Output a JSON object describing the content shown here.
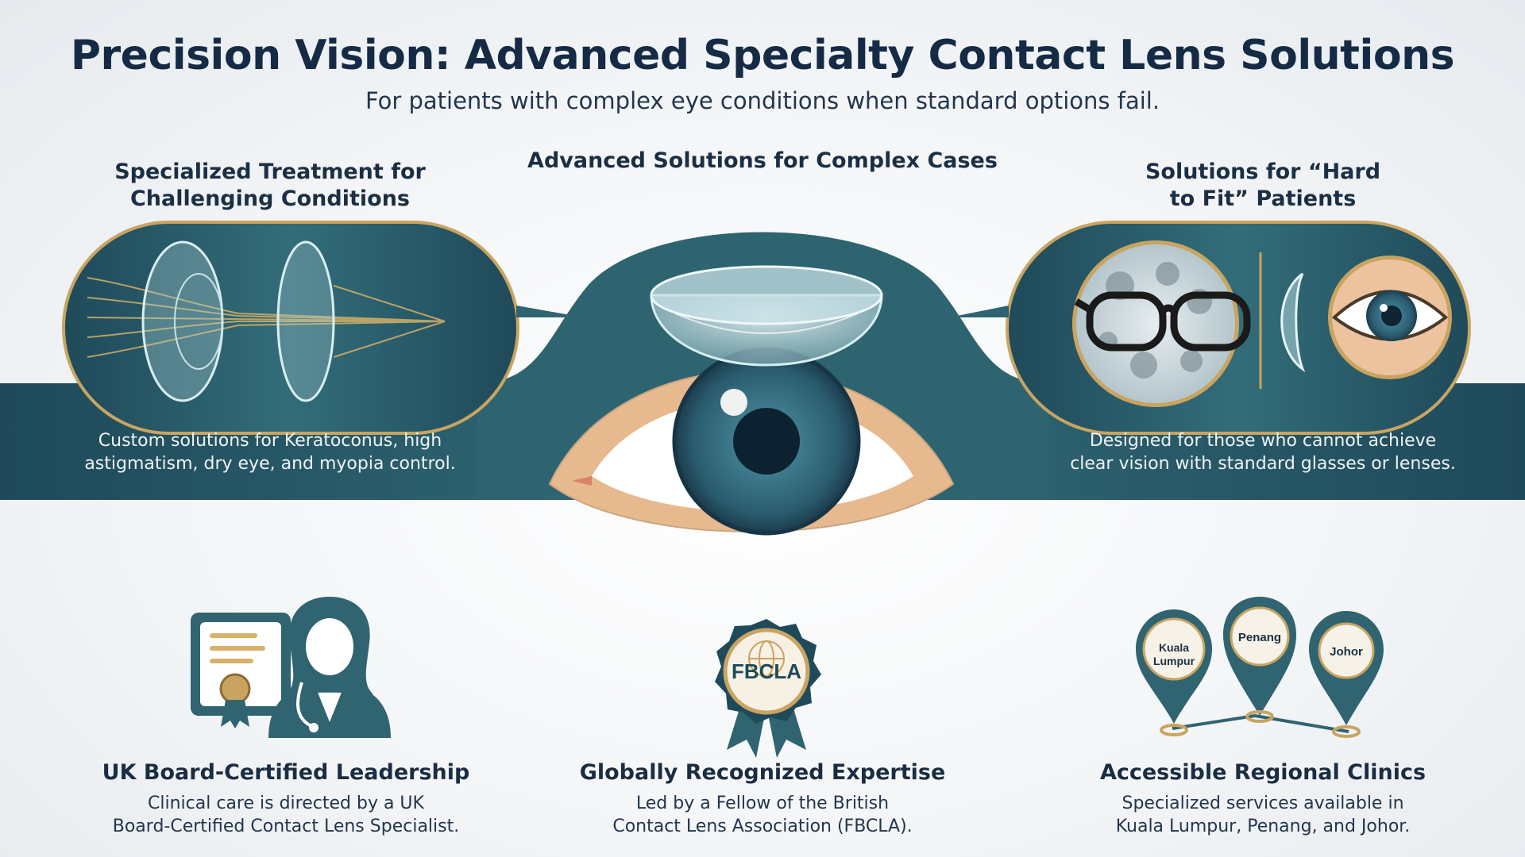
{
  "header": {
    "title": "Precision Vision: Advanced Specialty Contact Lens Solutions",
    "subtitle": "For patients with complex eye conditions when standard options fail."
  },
  "center": {
    "heading": "Advanced Solutions for Complex Cases"
  },
  "left_panel": {
    "heading_line1": "Specialized Treatment for",
    "heading_line2": "Challenging Conditions",
    "desc_line1": "Custom solutions for Keratoconus, high",
    "desc_line2": "astigmatism, dry eye, and myopia control."
  },
  "right_panel": {
    "heading_line1": "Solutions for “Hard",
    "heading_line2": "to Fit” Patients",
    "desc_line1": "Designed for those who cannot achieve",
    "desc_line2": "clear vision with standard glasses or lenses."
  },
  "features": [
    {
      "title": "UK Board-Certified Leadership",
      "desc_line1": "Clinical care is directed by a UK",
      "desc_line2": "Board-Certified Contact Lens Specialist."
    },
    {
      "title": "Globally Recognized Expertise",
      "desc_line1": "Led by a Fellow of the British",
      "desc_line2": "Contact Lens Association (FBCLA).",
      "badge_label": "FBCLA"
    },
    {
      "title": "Accessible Regional Clinics",
      "desc_line1": "Specialized services available in",
      "desc_line2": "Kuala Lumpur, Penang, and Johor.",
      "pins": [
        {
          "line1": "Kuala",
          "line2": "Lumpur"
        },
        {
          "line1": "Penang",
          "line2": ""
        },
        {
          "line1": "Johor",
          "line2": ""
        }
      ]
    }
  ],
  "icons": {
    "lens_diagram": "lens-refraction-icon",
    "contact_lens": "contact-lens-icon",
    "eye": "eye-icon",
    "glasses": "eyeglasses-icon",
    "certificate": "certificate-icon",
    "specialist": "doctor-icon",
    "badge": "award-badge-icon",
    "map_pin": "map-pin-icon"
  },
  "colors": {
    "teal": "#2f6470",
    "teal_dark": "#1f4a5a",
    "gold": "#c9a461",
    "navy": "#152b45",
    "skin": "#ecc39e"
  }
}
